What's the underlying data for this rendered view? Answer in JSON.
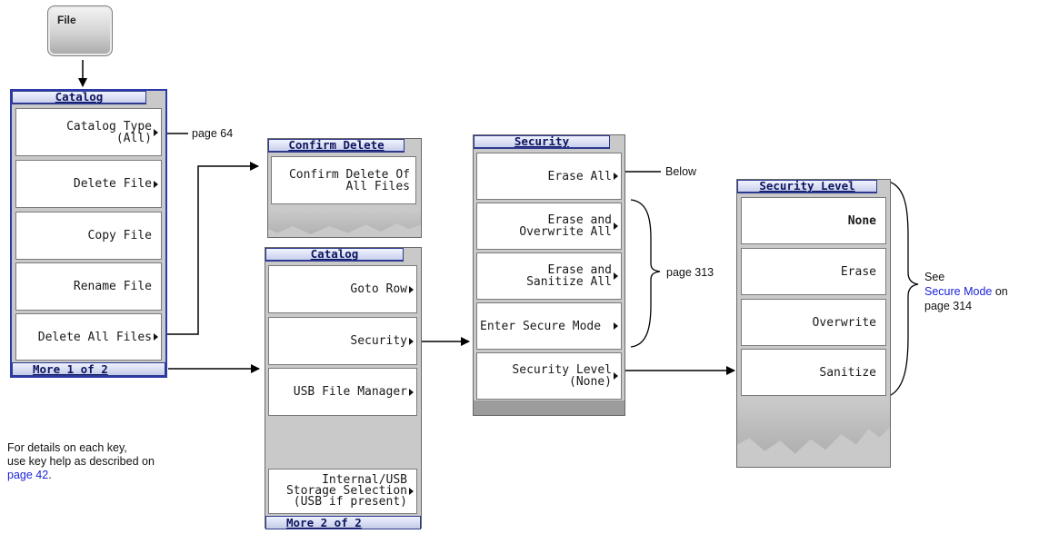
{
  "file_key": {
    "label": "File"
  },
  "catalog_menu": {
    "title": "Catalog",
    "keys": [
      "Catalog Type\n(All)",
      "Delete File",
      "Copy File",
      "Rename File",
      "Delete All Files"
    ],
    "more": "More 1 of 2"
  },
  "confirm_menu": {
    "title": "Confirm Delete",
    "key": "Confirm Delete Of\nAll Files"
  },
  "catalog2_menu": {
    "title": "Catalog",
    "keys": [
      "Goto Row",
      "Security",
      "USB File Manager",
      "Internal/USB\nStorage Selection\n(USB if present)"
    ],
    "more": "More 2 of 2"
  },
  "security_menu": {
    "title": "Security",
    "keys": [
      "Erase All",
      "Erase and\nOverwrite All",
      "Erase and\nSanitize All",
      "Enter Secure Mode",
      "Security Level\n(None)"
    ]
  },
  "security_level_menu": {
    "title": "Security Level",
    "keys": [
      "None",
      "Erase",
      "Overwrite",
      "Sanitize"
    ]
  },
  "refs": {
    "page64": "page 64",
    "below": "Below",
    "page313": "page 313",
    "see": "See",
    "secure_mode": "Secure Mode",
    "on": " on",
    "page314": "page 314"
  },
  "footnote": {
    "line1": "For details on each key,",
    "line2": "use key help as described on",
    "link": "page 42",
    "tail": "."
  }
}
